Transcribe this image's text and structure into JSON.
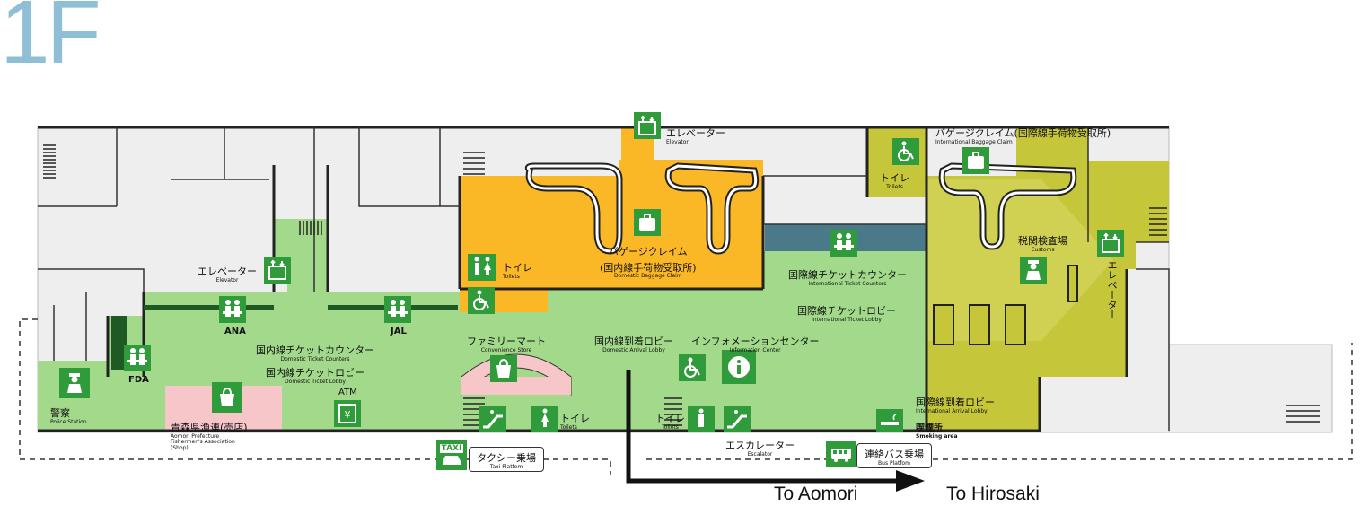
{
  "floor": "1F",
  "colors": {
    "public_area": "#a3d98b",
    "domestic_baggage": "#fbb826",
    "international_area": "#c6c63a",
    "counters": "#4a7a8a",
    "shop": "#f7c6c9",
    "icon_green": "#2f9b3a",
    "wall": "#eeeeee",
    "title": "#8fbfd6"
  },
  "labels": {
    "elevator_left": {
      "jp": "エレベーター",
      "en": "Elevator"
    },
    "elevator_top": {
      "jp": "エレベーター",
      "en": "Elevator"
    },
    "elevator_right": {
      "jp": "エレベーター"
    },
    "intl_baggage": {
      "jp": "バゲージクレイム(国際線手荷物受取所)",
      "en": "International Baggage Claim"
    },
    "toilets_intl": {
      "jp": "トイレ",
      "en": "Toilets"
    },
    "toilets_dom": {
      "jp": "トイレ",
      "en": "Toilets"
    },
    "toilets_mart": {
      "jp": "トイレ",
      "en": "Toilets"
    },
    "toilets_center": {
      "jp": "トイレ",
      "en": "Toilets"
    },
    "dom_baggage": {
      "jp": "バゲージクレイム",
      "jp2": "(国内線手荷物受取所)",
      "en": "Domestic Baggage Claim"
    },
    "customs": {
      "jp": "税関検査場",
      "en": "Customs"
    },
    "intl_ticket_counters": {
      "jp": "国際線チケットカウンター",
      "en": "International Ticket Counters"
    },
    "intl_ticket_lobby": {
      "jp": "国際線チケットロビー",
      "en": "International Ticket Lobby"
    },
    "ana": "ANA",
    "jal": "JAL",
    "fda": "FDA",
    "atm": "ATM",
    "dom_ticket_counters": {
      "jp": "国内線チケットカウンター",
      "en": "Domestic Ticket Counters"
    },
    "dom_ticket_lobby": {
      "jp": "国内線チケットロビー",
      "en": "Domestic Ticket Lobby"
    },
    "family_mart": {
      "jp": "ファミリーマート",
      "en": "Convenience Store"
    },
    "dom_arrival_lobby": {
      "jp": "国内線到着ロビー",
      "en": "Domestic Arrival Lobby"
    },
    "info_center": {
      "jp": "インフォメーションセンター",
      "en": "Information Center"
    },
    "intl_arrival_lobby": {
      "jp": "国際線到着ロビー",
      "en": "International Arrival Lobby"
    },
    "smoking": {
      "jp": "喫煙所",
      "en": "Smoking area"
    },
    "police": {
      "jp": "警察",
      "en": "Police Station"
    },
    "shop": {
      "jp": "青森県漁連(売店)",
      "en1": "Aomori Prefecture",
      "en2": "Fishermen's Association",
      "en3": "(Shop)"
    },
    "escalator": {
      "jp": "エスカレーター",
      "en": "Escalator"
    },
    "taxi": {
      "jp": "タクシー乗場",
      "en": "Taxi Platfom",
      "badge": "TAXI"
    },
    "bus": {
      "jp": "連絡バス乗場",
      "en": "Bus Platfom"
    }
  },
  "destinations": {
    "aomori": "To Aomori",
    "hirosaki": "To Hirosaki"
  },
  "icons": [
    "elevator-icon",
    "baggage-icon",
    "wheelchair-icon",
    "toilet-icon",
    "counter-icon",
    "customs-officer-icon",
    "shop-icon",
    "info-icon",
    "escalator-icon",
    "atm-icon",
    "police-icon",
    "smoking-icon",
    "bus-icon",
    "taxi-icon"
  ]
}
